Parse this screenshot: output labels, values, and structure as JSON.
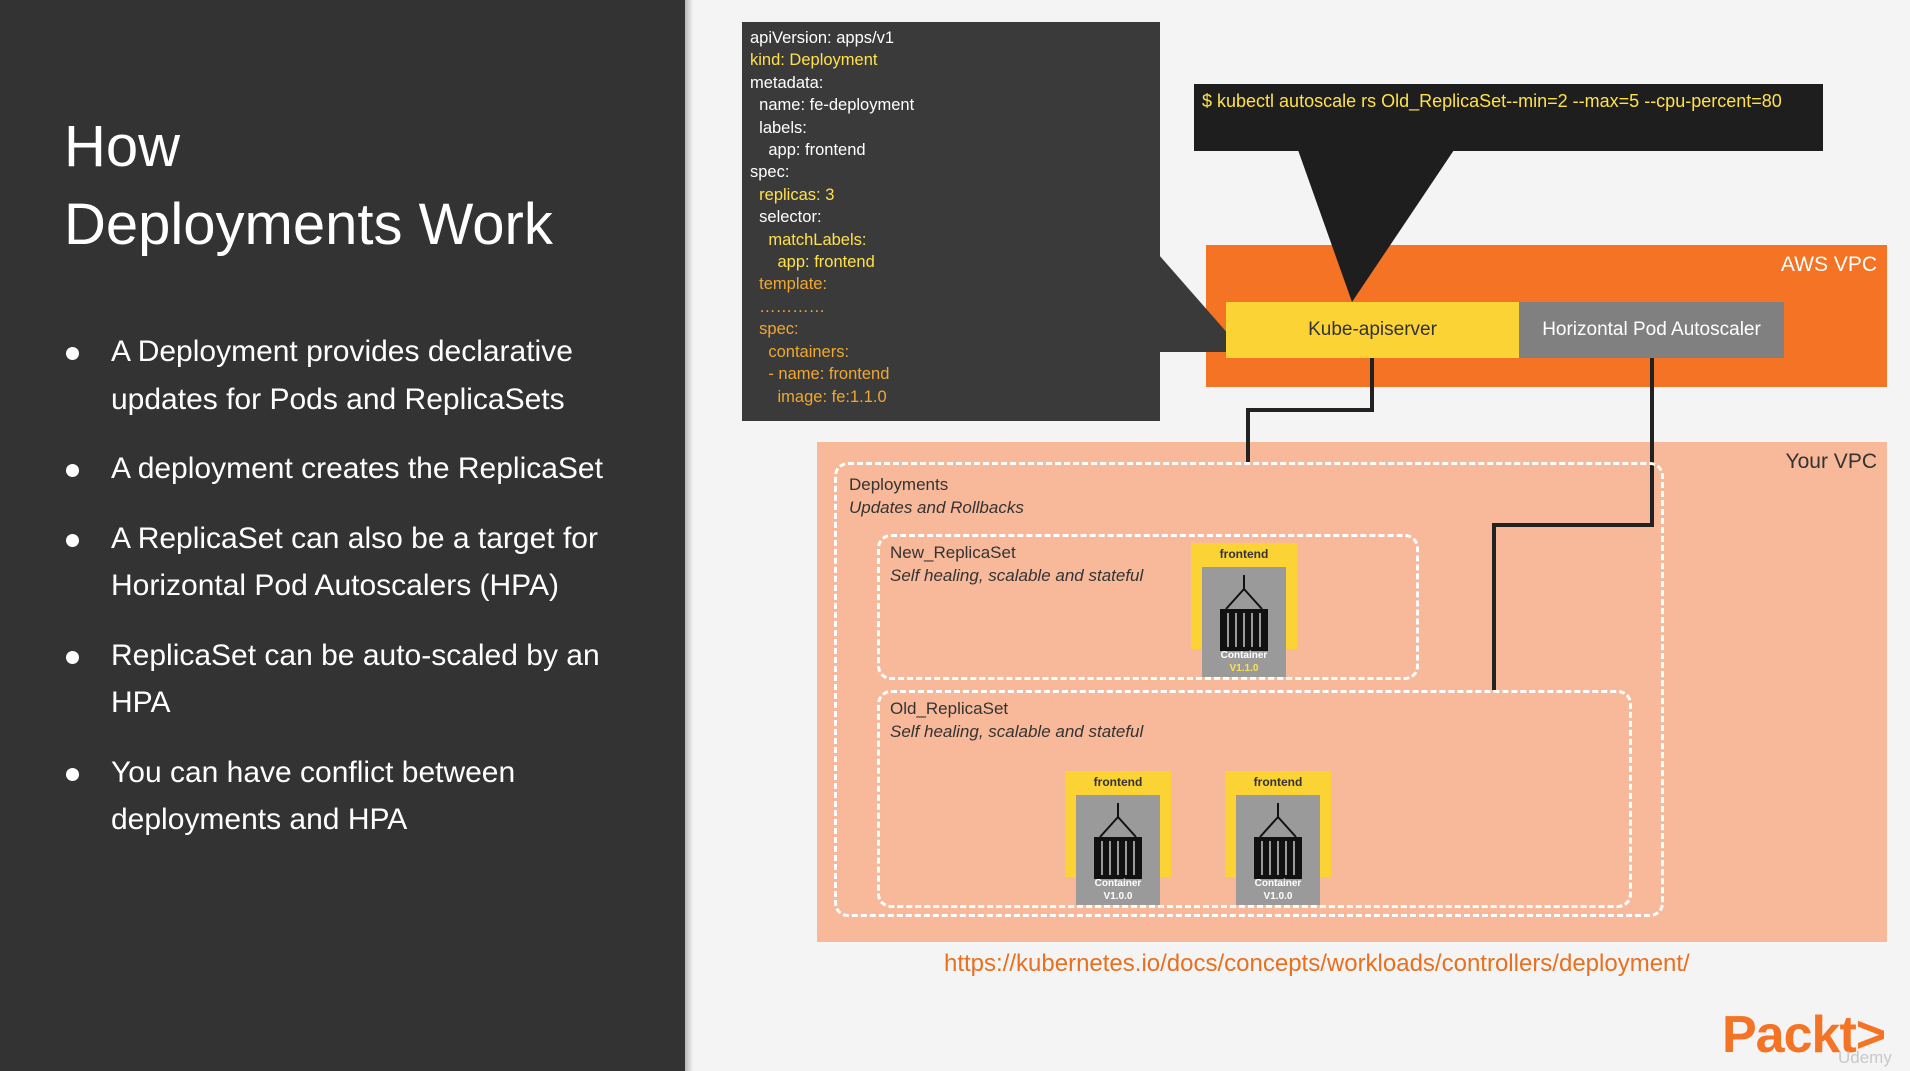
{
  "slide": {
    "title_lines": [
      "How",
      "Deployments Work"
    ],
    "bullets": [
      "A Deployment provides declarative updates for Pods and ReplicaSets",
      "A deployment creates the ReplicaSet",
      "A ReplicaSet can also be a target for Horizontal Pod Autoscalers (HPA)",
      "ReplicaSet can be auto-scaled by an HPA",
      "You can have conflict between deployments and HPA"
    ]
  },
  "yaml": {
    "lines": [
      {
        "text": "apiVersion: apps/v1",
        "color": "white"
      },
      {
        "text": "kind: Deployment",
        "color": "yellow"
      },
      {
        "text": "metadata:",
        "color": "white"
      },
      {
        "text": "  name: fe-deployment",
        "color": "white"
      },
      {
        "text": "  labels:",
        "color": "white"
      },
      {
        "text": "    app: frontend",
        "color": "white"
      },
      {
        "text": "spec:",
        "color": "white"
      },
      {
        "text": "  replicas: 3",
        "color": "yellow"
      },
      {
        "text": "  selector:",
        "color": "white"
      },
      {
        "text": "    matchLabels:",
        "color": "yellow"
      },
      {
        "text": "      app: frontend",
        "color": "yellow"
      },
      {
        "text": "  template:",
        "color": "orange"
      },
      {
        "text": "  …………",
        "color": "orange"
      },
      {
        "text": "  spec:",
        "color": "orange"
      },
      {
        "text": "    containers:",
        "color": "orange"
      },
      {
        "text": "    - name: frontend",
        "color": "orange"
      },
      {
        "text": "      image: fe:1.1.0",
        "color": "orange"
      }
    ]
  },
  "command": "$ kubectl autoscale  rs Old_ReplicaSet--min=2  --max=5 --cpu-percent=80",
  "aws_vpc": {
    "label": "AWS VPC",
    "kube_apiserver": "Kube-apiserver",
    "hpa": "Horizontal  Pod Autoscaler"
  },
  "your_vpc": {
    "label": "Your VPC",
    "deployments": {
      "title": "Deployments",
      "subtitle": "Updates and Rollbacks"
    },
    "new_replicaset": {
      "title": "New_ReplicaSet",
      "subtitle": "Self healing, scalable and stateful"
    },
    "old_replicaset": {
      "title": "Old_ReplicaSet",
      "subtitle": "Self healing, scalable and stateful"
    },
    "pods": [
      {
        "label": "frontend",
        "container": "Container",
        "version": "V1.1.0",
        "version_color": "#ffe14a"
      },
      {
        "label": "frontend",
        "container": "Container",
        "version": "V1.0.0",
        "version_color": "#ffffff"
      },
      {
        "label": "frontend",
        "container": "Container",
        "version": "V1.0.0",
        "version_color": "#ffffff"
      }
    ]
  },
  "link": "https://kubernetes.io/docs/concepts/workloads/controllers/deployment/",
  "branding": {
    "logo": "Packt>",
    "watermark": "Udemy"
  },
  "colors": {
    "left_panel": "#333333",
    "aws_vpc": "#f47324",
    "your_vpc": "#f7b99a",
    "kube_apiserver": "#fbd335",
    "hpa": "#808080",
    "link": "#e8701f"
  },
  "icons": {
    "container": "container-icon"
  }
}
